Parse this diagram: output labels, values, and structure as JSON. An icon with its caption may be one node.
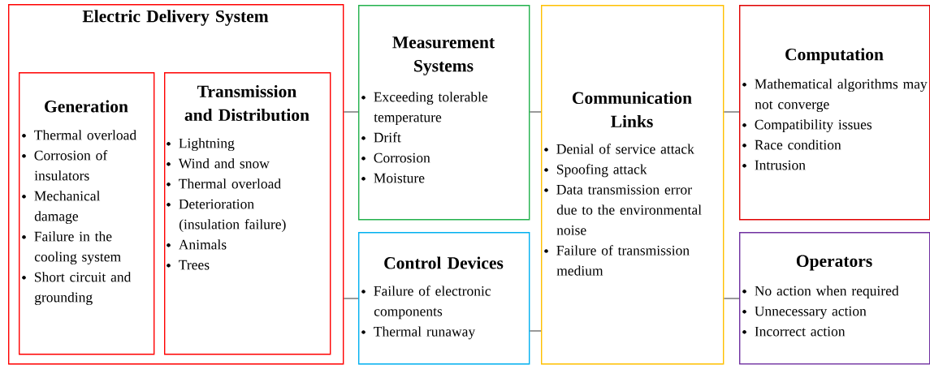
{
  "diagram": {
    "nodes": [
      {
        "text": [
          "Electric Delivery System"
        ]
      },
      {
        "text": [
          "Generation",
          "Thermal overload",
          "Corrosion of insulators",
          "Mechanical damage",
          "Failure in the cooling system",
          "Short circuit and grounding"
        ],
        "in": 0
      },
      {
        "text": [
          "Transmission and Distribution",
          "Lightning",
          "Wind and snow",
          "Thermal overload",
          "Deterioration (insulation failure)",
          "Animals",
          "Trees"
        ],
        "in": 0
      },
      {
        "text": [
          "Measurement Systems",
          "Exceeding tolerable temperature",
          "Drift",
          "Corrosion",
          "Moisture"
        ]
      },
      {
        "text": [
          "Control Devices",
          "Failure of electronic components",
          "Thermal runaway"
        ]
      },
      {
        "text": [
          "Communication Links",
          "Denial of service attack",
          "Spoofing attack",
          "Data transmission error due to the environmental noise",
          "Failure of transmission medium"
        ]
      },
      {
        "text": [
          "Computation",
          "Mathematical algorithms may not converge",
          "Compatibility issues",
          "Race condition",
          "Intrusion"
        ]
      },
      {
        "text": [
          "Operators",
          "No action when required",
          "Unnecessary action",
          "Incorrect action"
        ]
      }
    ],
    "edges": [
      {
        "from": 0,
        "to": 3,
        "arrow": "none"
      },
      {
        "from": 0,
        "to": 4,
        "arrow": "none"
      },
      {
        "from": 3,
        "to": 5,
        "arrow": "none"
      },
      {
        "from": 4,
        "to": 5,
        "arrow": "none"
      },
      {
        "from": 5,
        "to": 6,
        "arrow": "none"
      },
      {
        "from": 5,
        "to": 7,
        "arrow": "none"
      }
    ]
  }
}
